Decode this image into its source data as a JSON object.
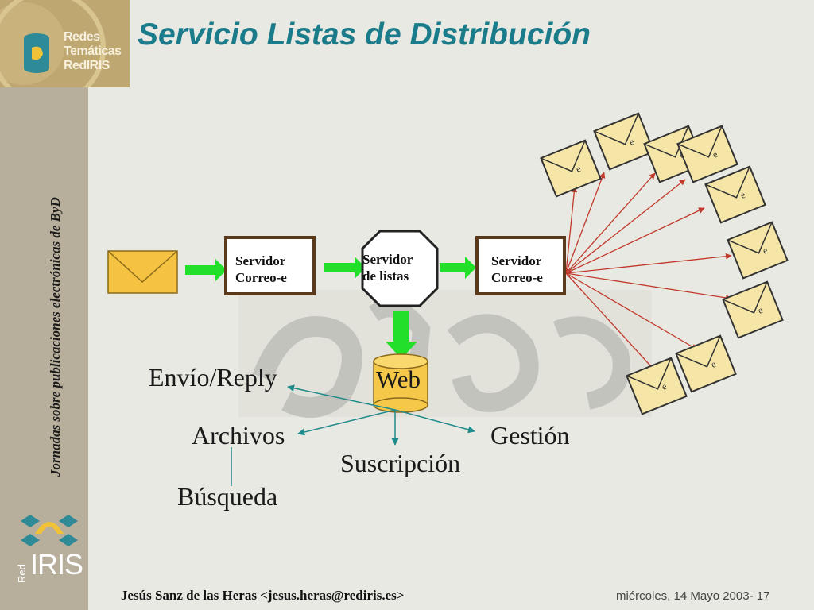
{
  "title": "Servicio  Listas de Distribución",
  "logo": {
    "line1": "Redes",
    "line2": "Temáticas",
    "line3": "RedIRIS"
  },
  "sidebar": {
    "vertical_text": "Jornadas sobre publicaciones electrónicas de ByD",
    "brand_iris": "IRIS",
    "brand_red": "Red"
  },
  "diagram": {
    "server1": {
      "line1": "Servidor",
      "line2": "Correo-e"
    },
    "list_server": {
      "line1": "Servidor",
      "line2": "de listas"
    },
    "server2": {
      "line1": "Servidor",
      "line2": "Correo-e"
    },
    "web": "Web",
    "labels": {
      "envio": "Envío/Reply",
      "archivos": "Archivos",
      "gestion": "Gestión",
      "suscripcion": "Suscripción",
      "busqueda": "Búsqueda"
    },
    "envelope_mark": "e"
  },
  "footer": {
    "author": "Jesús Sanz de las Heras <jesus.heras@rediris.es>",
    "date": "miércoles, 14 Mayo  2003- 17"
  },
  "colors": {
    "title": "#1a7b8a",
    "sidebar": "#b7ae9c",
    "arrow_green": "#22e02a",
    "box_border": "#5a3a1a",
    "fan_line": "#c0392b",
    "teal_line": "#1f8a8a",
    "envelope": "#f5e6a8",
    "octagon": "#ffffff",
    "cylinder": "#f5c84a"
  }
}
